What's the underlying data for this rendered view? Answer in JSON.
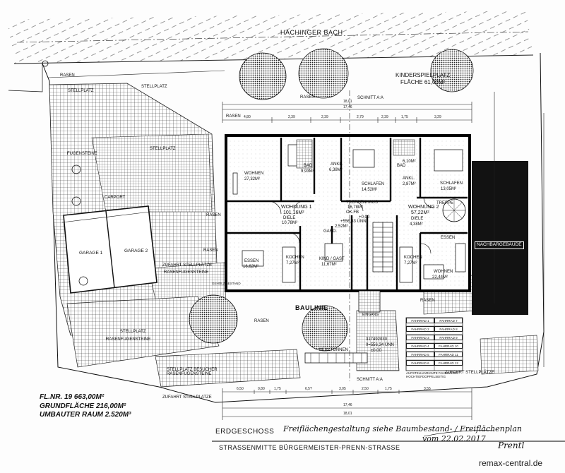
{
  "site": {
    "brook": "HACHINGER BACH",
    "playground_title": "KINDERSPIELPLATZ",
    "playground_area": "FLÄCHE 61,00M²",
    "street": "STRASSENMITTE BÜRGERMEISTER-PRENN-STRASSE",
    "floor_title": "ERDGESCHOSS",
    "handnote_1": "Freiflächengestaltung siehe Baumbestand- / Freiflächenplan",
    "handnote_2": "vom 22.02.2017",
    "signature": "Prentl",
    "watermark": "remax-central.de",
    "stats": {
      "parcel": "FL.NR. 19 663,00M²",
      "floor_area": "GRUNDFLÄCHE 216,00M²",
      "volume": "UMBAUTER RAUM 2.520M³"
    },
    "building_line": "BAULINIE",
    "neighbor": "NACHBARGEBÄUDE",
    "section_top": "SCHNITT A:A",
    "section_bottom": "SCHNITT A:A",
    "level_note": "317492030",
    "level_value": "0=556,34 ÜNN",
    "level_zero": "±0,00",
    "entrance": "EINGANG",
    "bins": "MÜLLTONNEN",
    "bike_caption": "AUFSTELLVARIANTE FAHRRÄDER HOCHTIEFDOPPELSEITIG",
    "lawn": "RASEN",
    "parking": "STELLPLATZ",
    "carport": "CARPORT",
    "garage_1": "GARAGE 1",
    "garage_2": "GARAGE 2",
    "paving": "RASENFUGENSTEINE",
    "paving_2": "FUGENSTEINE",
    "visitor_parking": "STELLPLATZ BESUCHER RASENFUGENSTEINE",
    "extra_parking": "ZUFAHRT STELLPLÄTZE",
    "access": "ZUFAHRT STELLPLATZE",
    "access_2": "ZUFAHRT STELLPLÄTZE",
    "tree_note": "GEHÖLZ BESTAND"
  },
  "apartments": [
    {
      "name": "WOHNUNG 1",
      "area": "101,16M²"
    },
    {
      "name": "WOHNUNG 2",
      "area": "57,22M²"
    }
  ],
  "rooms": [
    {
      "name": "WOHNEN",
      "area": "27,32M²"
    },
    {
      "name": "BAD",
      "area": "9,93M²"
    },
    {
      "name": "ANKL.",
      "area": "6,38M²"
    },
    {
      "name": "SCHLAFEN",
      "area": "14,52M²"
    },
    {
      "name": "TREPPENHAUS",
      "area": "16,78M²"
    },
    {
      "name": "DIELE",
      "area": "10,78M²"
    },
    {
      "name": "ESSEN",
      "area": "16,62M²"
    },
    {
      "name": "KOCHEN",
      "area": "7,27M²"
    },
    {
      "name": "KIND / GAST",
      "area": "11,67M²"
    },
    {
      "name": "GARD.",
      "area": "2,52M²"
    },
    {
      "name": "BAD",
      "area": "6,10M²"
    },
    {
      "name": "ANKL.",
      "area": "2,87M²"
    },
    {
      "name": "SCHLAFEN",
      "area": "13,05M²"
    },
    {
      "name": "DIELE",
      "area": "4,38M²"
    },
    {
      "name": "KOCHEN",
      "area": "7,27M²"
    },
    {
      "name": "WOHNEN",
      "area": "22,44M²"
    },
    {
      "name": "ESSEN",
      "area": ""
    },
    {
      "name": "TREPPE",
      "area": ""
    }
  ],
  "stair": {
    "label": "OK.FB",
    "value": "+0,00",
    "level": "+556,83 ÜNN"
  },
  "dimensions": {
    "top": [
      "4,80",
      "2,39",
      "2,39",
      "2,79",
      "2,39",
      "1,75",
      "3,29"
    ],
    "top_total": "18,01",
    "top_total_2": "17,46",
    "bottom": [
      "6,50",
      "0,80",
      "1,75",
      "6,5?",
      "3,05",
      "2,50",
      "1,75",
      "3,55"
    ],
    "bottom_total": "17,46",
    "bottom_total_2": "18,01"
  },
  "bikes": [
    "FAHRRAD 1",
    "FAHRRAD 2",
    "FAHRRAD 3",
    "FAHRRAD 4",
    "FAHRRAD 5",
    "FAHRRAD 6",
    "FAHRRAD 7",
    "FAHRRAD 8",
    "FAHRRAD 9",
    "FAHRRAD 10",
    "FAHRRAD 11",
    "FAHRRAD 12"
  ]
}
